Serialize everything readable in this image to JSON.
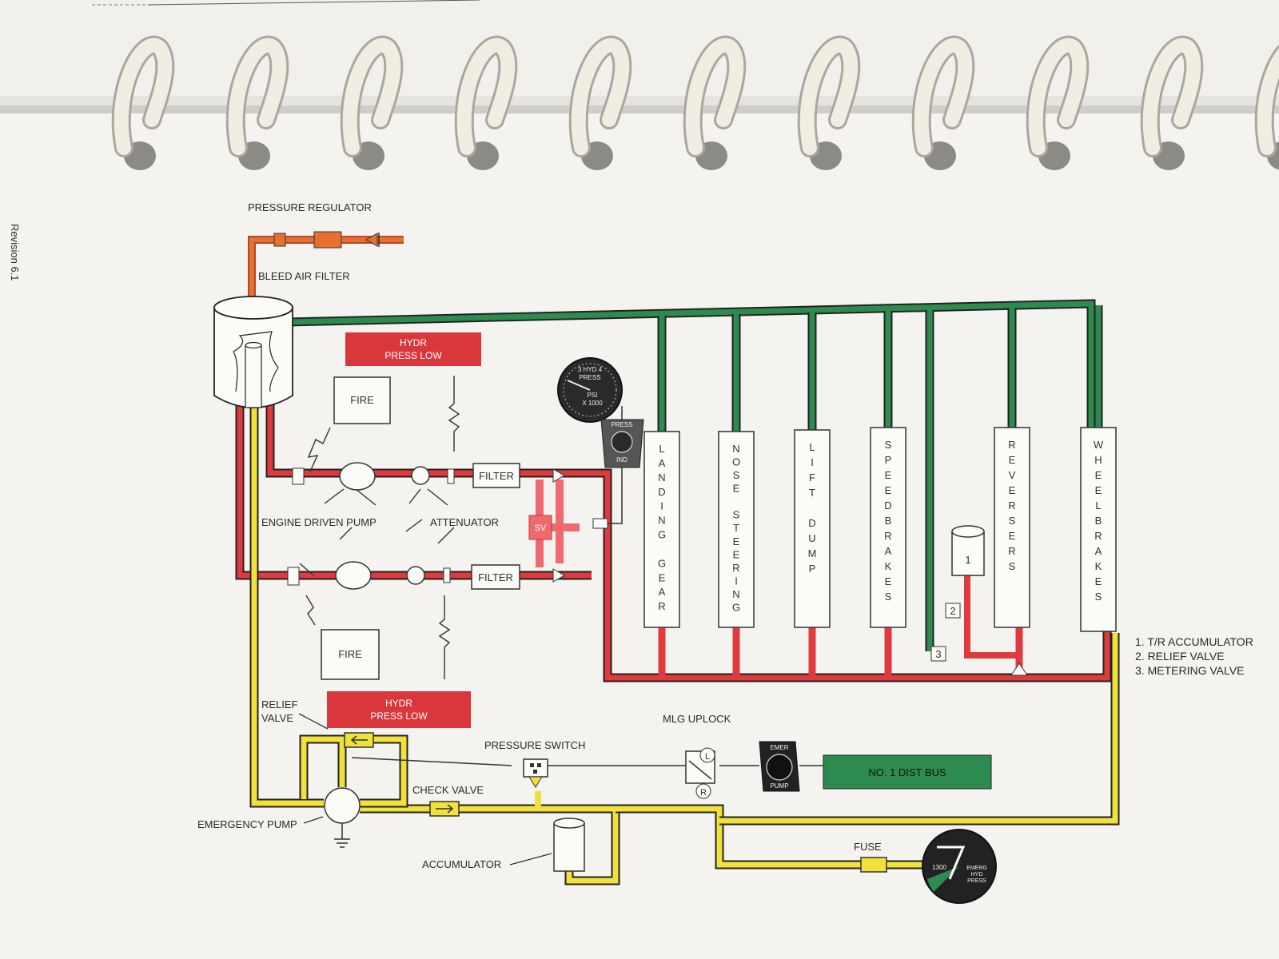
{
  "colors": {
    "supply_line": "#2e8b4f",
    "pressure_line": "#e03a3f",
    "pressure_line_light": "#ee6a6e",
    "emergency_line": "#f0e23a",
    "bleed_line": "#e8702f",
    "warning_panel": "#d9373c",
    "bus_panel": "#2e8b4f",
    "page": "#f4f3ef",
    "outline": "#333333"
  },
  "margin": {
    "revision": "Revision 6.1"
  },
  "bleed": {
    "pressure_regulator": "PRESSURE REGULATOR",
    "bleed_air_filter": "BLEED AIR FILTER"
  },
  "warnings": {
    "upper": [
      "HYDR",
      "PRESS LOW"
    ],
    "lower": [
      "HYDR",
      "PRESS LOW"
    ]
  },
  "fire": {
    "upper": "FIRE",
    "lower": "FIRE"
  },
  "filters": {
    "upper": "FILTER",
    "lower": "FILTER"
  },
  "labels": {
    "engine_driven_pump": "ENGINE DRIVEN PUMP",
    "attenuator": "ATTENUATOR",
    "sv": "SV",
    "relief_valve": [
      "RELIEF",
      "VALVE"
    ],
    "emergency_pump": "EMERGENCY PUMP",
    "check_valve": "CHECK VALVE",
    "pressure_switch": "PRESSURE SWITCH",
    "accumulator": "ACCUMULATOR",
    "mlg_uplock": "MLG UPLOCK",
    "fuse": "FUSE",
    "uplock_l": "L",
    "uplock_r": "R"
  },
  "gauge": {
    "title": "3 HYD 4",
    "sub": "PRESS",
    "unit": "PSI",
    "scale": "X 1000"
  },
  "press_ind": {
    "top": "PRESS",
    "bottom": "IND"
  },
  "emer_pump_button": {
    "top": "EMER",
    "bottom": "PUMP"
  },
  "bus": "NO. 1 DIST BUS",
  "emerg_gauge": {
    "value": "1300",
    "label": [
      "EMERG",
      "HYD",
      "PRESS"
    ]
  },
  "subsystems": [
    "LANDING GEAR",
    "NOSE STEERING",
    "LIFT DUMP",
    "SPEEDBRAKES",
    "REVERSERS",
    "WHEELBRAKES"
  ],
  "reverser_numbers": [
    "1",
    "2",
    "3"
  ],
  "legend": [
    "1.  T/R ACCUMULATOR",
    "2.  RELIEF VALVE",
    "3.  METERING VALVE"
  ]
}
